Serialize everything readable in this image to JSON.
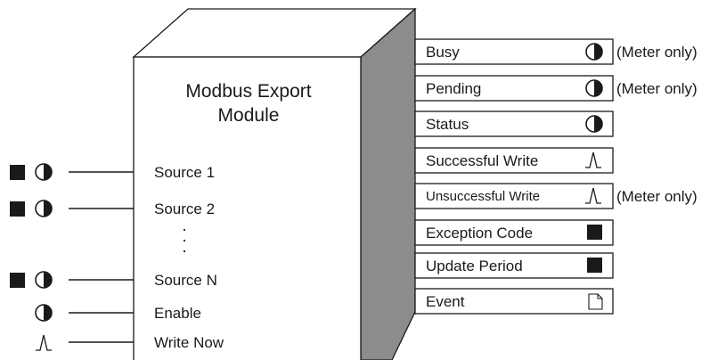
{
  "module": {
    "title_line1": "Modbus Export",
    "title_line2": "Module"
  },
  "inputs": [
    {
      "label": "Source 1",
      "icons": [
        "numeric-square-icon",
        "boolean-half-circle-icon"
      ]
    },
    {
      "label": "Source 2",
      "icons": [
        "numeric-square-icon",
        "boolean-half-circle-icon"
      ]
    },
    {
      "label": "Source N",
      "icons": [
        "numeric-square-icon",
        "boolean-half-circle-icon"
      ]
    },
    {
      "label": "Enable",
      "icons": [
        "boolean-half-circle-icon"
      ]
    },
    {
      "label": "Write Now",
      "icons": [
        "pulse-icon"
      ]
    }
  ],
  "outputs": [
    {
      "label": "Busy",
      "icon": "boolean-half-circle-icon",
      "note": "(Meter only)"
    },
    {
      "label": "Pending",
      "icon": "boolean-half-circle-icon",
      "note": "(Meter only)"
    },
    {
      "label": "Status",
      "icon": "boolean-half-circle-icon",
      "note": ""
    },
    {
      "label": "Successful Write",
      "icon": "pulse-icon",
      "note": ""
    },
    {
      "label": "Unsuccessful Write",
      "icon": "pulse-icon",
      "note": "(Meter only)"
    },
    {
      "label": "Exception Code",
      "icon": "numeric-square-icon",
      "note": ""
    },
    {
      "label": "Update Period",
      "icon": "numeric-square-icon",
      "note": ""
    },
    {
      "label": "Event",
      "icon": "event-document-icon",
      "note": ""
    }
  ],
  "colors": {
    "stroke": "#1a1a1a",
    "side_face": "#8c8c8c",
    "top_face": "#ffffff"
  }
}
